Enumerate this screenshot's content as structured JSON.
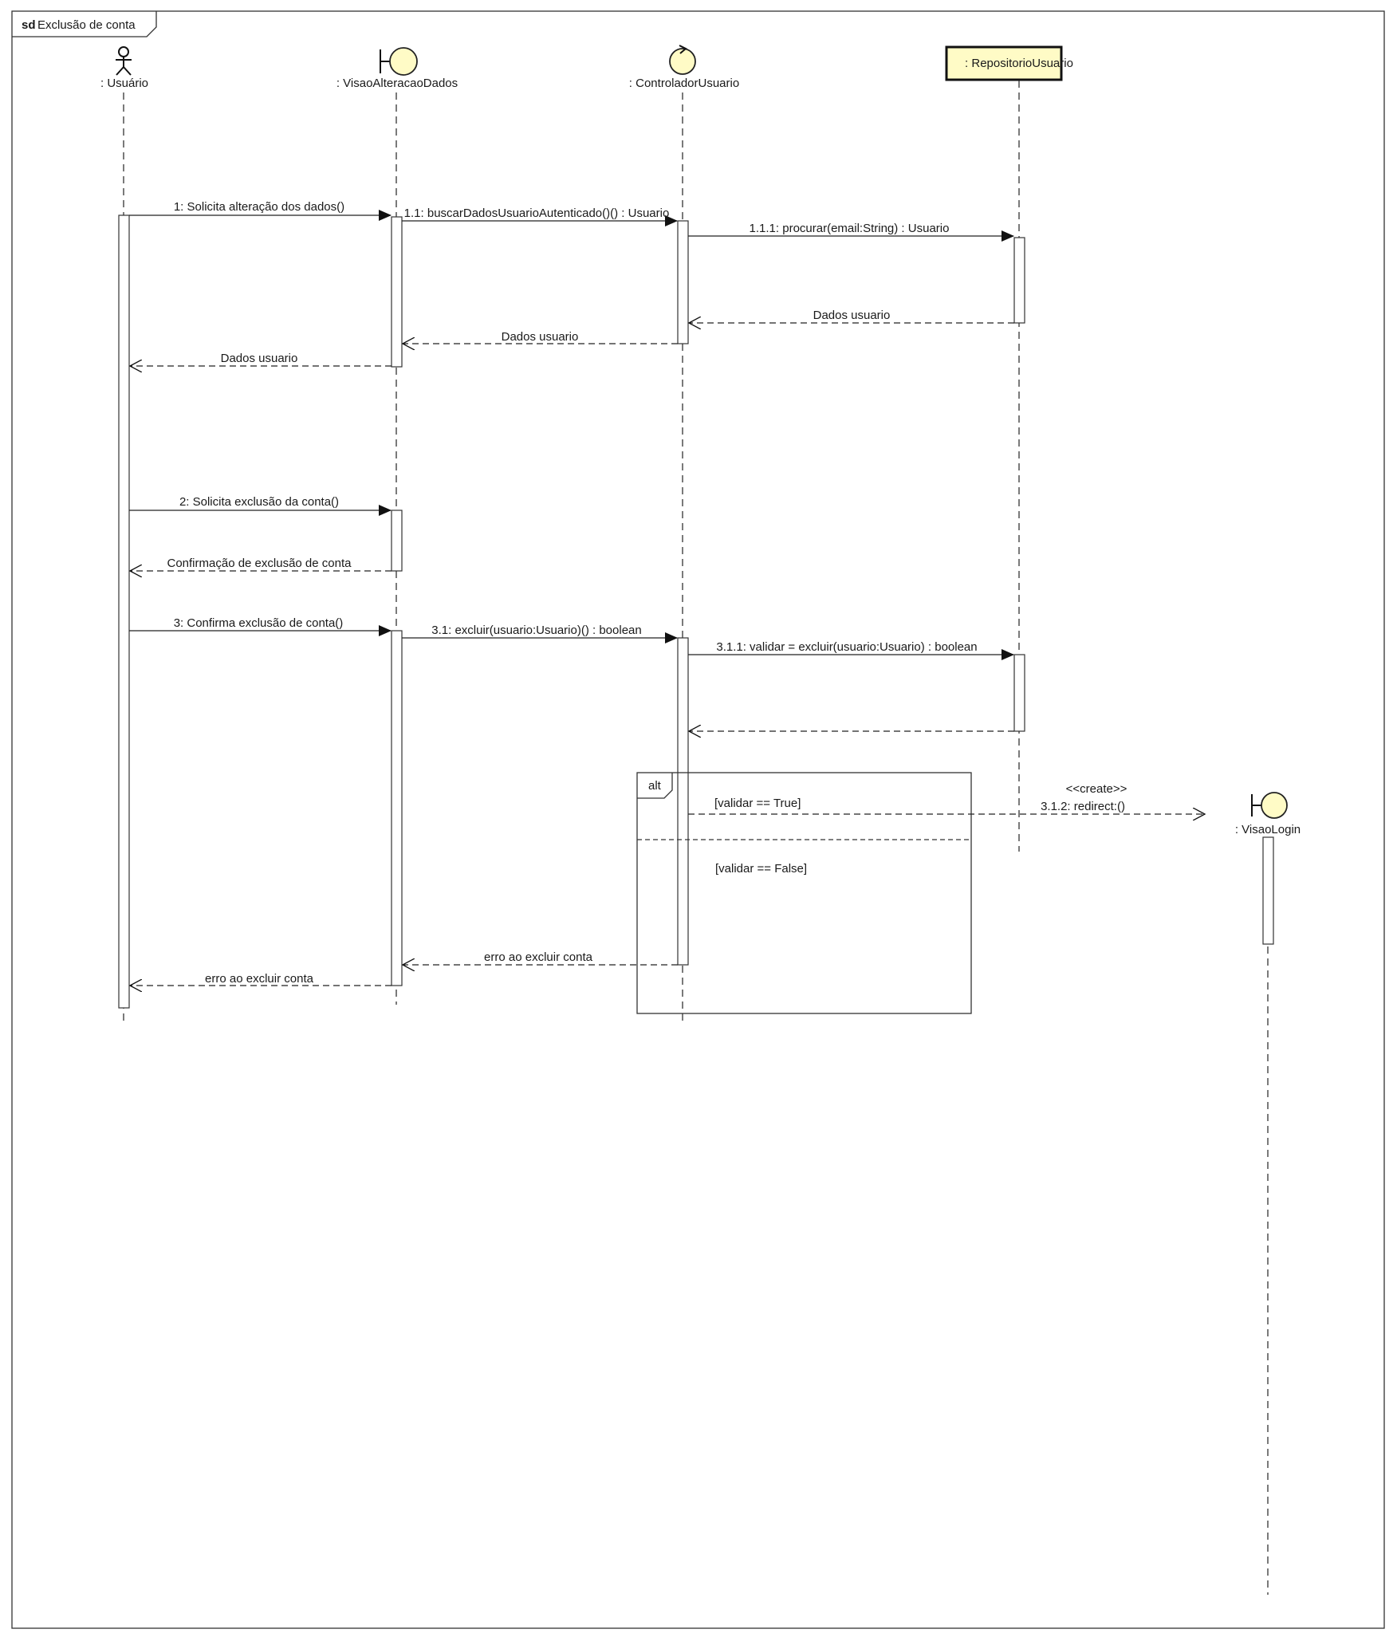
{
  "frame": {
    "keyword": "sd",
    "title": "Exclusão de conta"
  },
  "lifelines": [
    {
      "id": "usuario",
      "label": ": Usuário",
      "kind": "actor"
    },
    {
      "id": "visaoAlteracao",
      "label": ": VisaoAlteracaoDados",
      "kind": "boundary"
    },
    {
      "id": "controlador",
      "label": ": ControladorUsuario",
      "kind": "control"
    },
    {
      "id": "repositorio",
      "label": ": RepositorioUsuario",
      "kind": "class-box"
    },
    {
      "id": "visaoLogin",
      "label": ": VisaoLogin",
      "kind": "boundary"
    }
  ],
  "messages": [
    {
      "label": "1: Solicita alteração dos dados()",
      "type": "sync"
    },
    {
      "label": "1.1: buscarDadosUsuarioAutenticado()() : Usuario",
      "type": "sync"
    },
    {
      "label": "1.1.1: procurar(email:String) : Usuario",
      "type": "sync"
    },
    {
      "label": "Dados usuario",
      "type": "return"
    },
    {
      "label": "Dados usuario",
      "type": "return"
    },
    {
      "label": "Dados usuario",
      "type": "return"
    },
    {
      "label": "2: Solicita exclusão da conta()",
      "type": "sync"
    },
    {
      "label": "Confirmação de exclusão de conta",
      "type": "return"
    },
    {
      "label": "3: Confirma exclusão de conta()",
      "type": "sync"
    },
    {
      "label": "3.1: excluir(usuario:Usuario)() : boolean",
      "type": "sync"
    },
    {
      "label": "3.1.1: validar = excluir(usuario:Usuario) : boolean",
      "type": "sync"
    },
    {
      "label": "",
      "type": "return"
    },
    {
      "label": "3.1.2: redirect:()",
      "stereotype": "<<create>>",
      "type": "create"
    },
    {
      "label": "erro ao excluir conta",
      "type": "return"
    },
    {
      "label": "erro ao excluir conta",
      "type": "return"
    }
  ],
  "fragment": {
    "operator": "alt",
    "guards": [
      "[validar == True]",
      "[validar == False]"
    ]
  },
  "colors": {
    "symbol_fill": "#fffbc6",
    "line": "#222222",
    "background": "#ffffff"
  }
}
